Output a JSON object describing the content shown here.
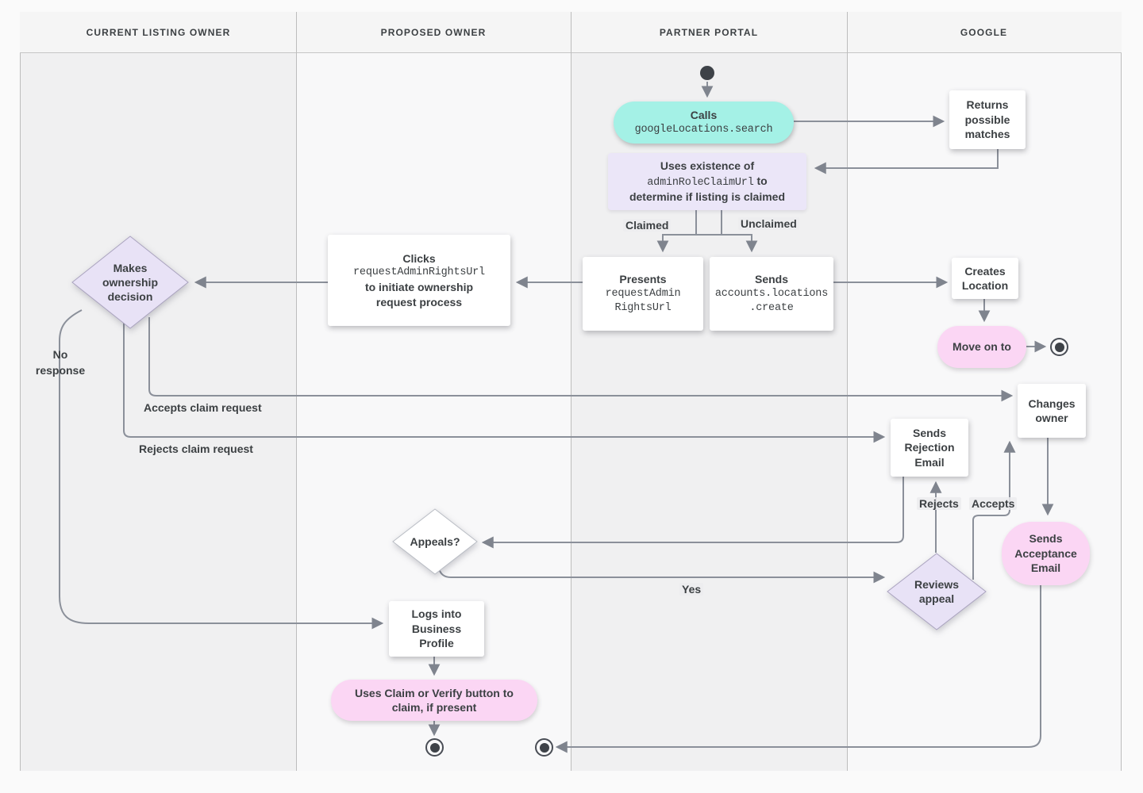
{
  "lanes": [
    {
      "label": "CURRENT LISTING OWNER"
    },
    {
      "label": "PROPOSED OWNER"
    },
    {
      "label": "PARTNER PORTAL"
    },
    {
      "label": "GOOGLE"
    }
  ],
  "nodes": {
    "calls": {
      "title": "Calls",
      "code": "googleLocations.search"
    },
    "returns": {
      "text": "Returns possible matches"
    },
    "note": {
      "line1": "Uses existence of",
      "code": "adminRoleClaimUrl",
      "line2b": " to",
      "line3": "determine if listing is claimed"
    },
    "presents": {
      "title": "Presents",
      "code1": "requestAdmin",
      "code2": "RightsUrl"
    },
    "sendsCreate": {
      "title": "Sends",
      "code1": "accounts.locations",
      "code2": ".create"
    },
    "clicks": {
      "title": "Clicks",
      "code": "requestAdminRightsUrl",
      "line3": "to initiate ownership",
      "line4": "request process"
    },
    "decision": {
      "text": "Makes ownership decision"
    },
    "createsLocation": {
      "text": "Creates Location"
    },
    "moveOn": {
      "text": "Move on to"
    },
    "changesOwner": {
      "text": "Changes owner"
    },
    "sendsRejection": {
      "text": "Sends Rejection Email"
    },
    "appeals": {
      "text": "Appeals?"
    },
    "reviews": {
      "text": "Reviews appeal"
    },
    "sendsAcceptance": {
      "text": "Sends Acceptance Email"
    },
    "logsIn": {
      "text": "Logs into Business Profile"
    },
    "claimVerify": {
      "text": "Uses Claim or Verify button to claim, if present"
    }
  },
  "edge_labels": {
    "claimed": "Claimed",
    "unclaimed": "Unclaimed",
    "no_response": "No response",
    "accepts_claim": "Accepts claim request",
    "rejects_claim": "Rejects claim request",
    "rejects": "Rejects",
    "accepts": "Accepts",
    "yes": "Yes"
  },
  "colors": {
    "teal": "#a4f1e6",
    "pink": "#fbd6f4",
    "note_purple": "#ebe6f8",
    "diamond_purple": "#e8e2f6",
    "line": "#8b909a",
    "text": "#3c4043",
    "lane_dark": "#f0f0f1",
    "lane_light": "#f8f8f9"
  }
}
